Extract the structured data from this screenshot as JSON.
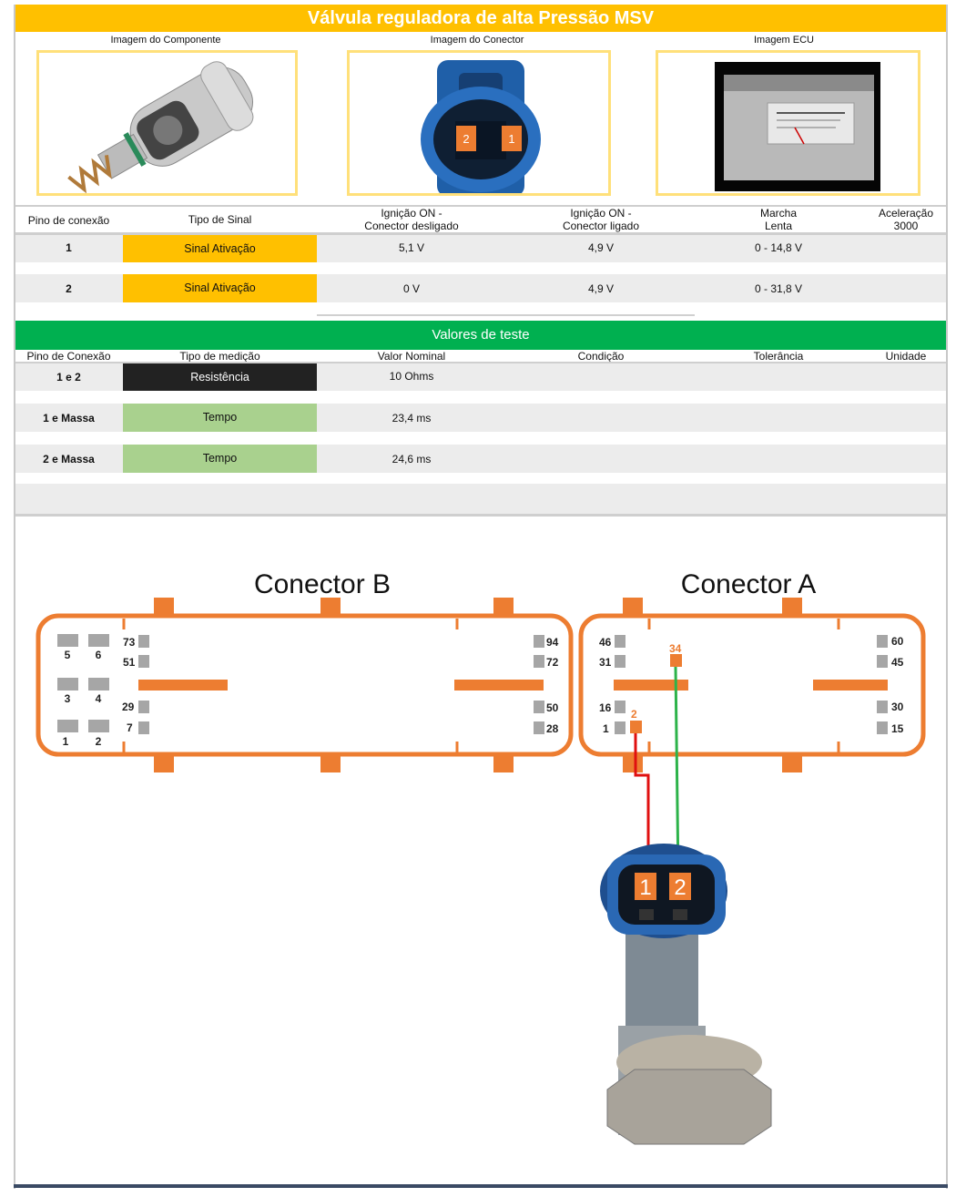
{
  "title": "Válvula reguladora de alta Pressão MSV",
  "images": {
    "component_caption": "Imagem do Componente",
    "connector_caption": "Imagem do Conector",
    "ecu_caption": "Imagem ECU",
    "connector_pin_left": "2",
    "connector_pin_right": "1"
  },
  "signal_table": {
    "headers": {
      "pin": "Pino de conexão",
      "type": "Tipo de Sinal",
      "ign_off_l1": "Ignição ON -",
      "ign_off_l2": "Conector desligado",
      "ign_on_l1": "Ignição ON -",
      "ign_on_l2": "Conector ligado",
      "idle_l1": "Marcha",
      "idle_l2": "Lenta",
      "accel_l1": "Aceleração",
      "accel_l2": "3000"
    },
    "rows": [
      {
        "pin": "1",
        "type": "Sinal Ativação",
        "ign_off": "5,1 V",
        "ign_on": "4,9 V",
        "idle": "0 - 14,8 V",
        "accel": ""
      },
      {
        "pin": "2",
        "type": "Sinal Ativação",
        "ign_off": "0 V",
        "ign_on": "4,9 V",
        "idle": "0 - 31,8 V",
        "accel": ""
      }
    ],
    "type_color": "#ffc000"
  },
  "test_values": {
    "title": "Valores de teste",
    "headers": {
      "pin": "Pino de Conexão",
      "type": "Tipo de medição",
      "nominal": "Valor Nominal",
      "condition": "Condição",
      "tolerance": "Tolerância",
      "unit": "Unidade"
    },
    "rows": [
      {
        "pin": "1 e 2",
        "type": "Resistência",
        "nominal": "10 Ohms",
        "color": "#222222",
        "text_color": "#ffffff"
      },
      {
        "pin": "1 e Massa",
        "type": "Tempo",
        "nominal": "23,4 ms",
        "color": "#a9d18e",
        "text_color": "#111111"
      },
      {
        "pin": "2 e Massa",
        "type": "Tempo",
        "nominal": "24,6 ms",
        "color": "#a9d18e",
        "text_color": "#111111"
      }
    ],
    "bar_color": "#00b050"
  },
  "diagram": {
    "connector_b_title": "Conector B",
    "connector_a_title": "Conector A",
    "b_pins": [
      "5",
      "6",
      "73",
      "51",
      "3",
      "4",
      "29",
      "7",
      "1",
      "2",
      "94",
      "72",
      "50",
      "28"
    ],
    "a_pins": [
      "46",
      "31",
      "16",
      "1",
      "60",
      "45",
      "30",
      "15"
    ],
    "a_highlight_pins": [
      "34",
      "2"
    ],
    "sensor_pins": [
      "1",
      "2"
    ],
    "accent_color": "#ed7d31",
    "wire_red": "#e01010",
    "wire_green": "#2db34a"
  }
}
